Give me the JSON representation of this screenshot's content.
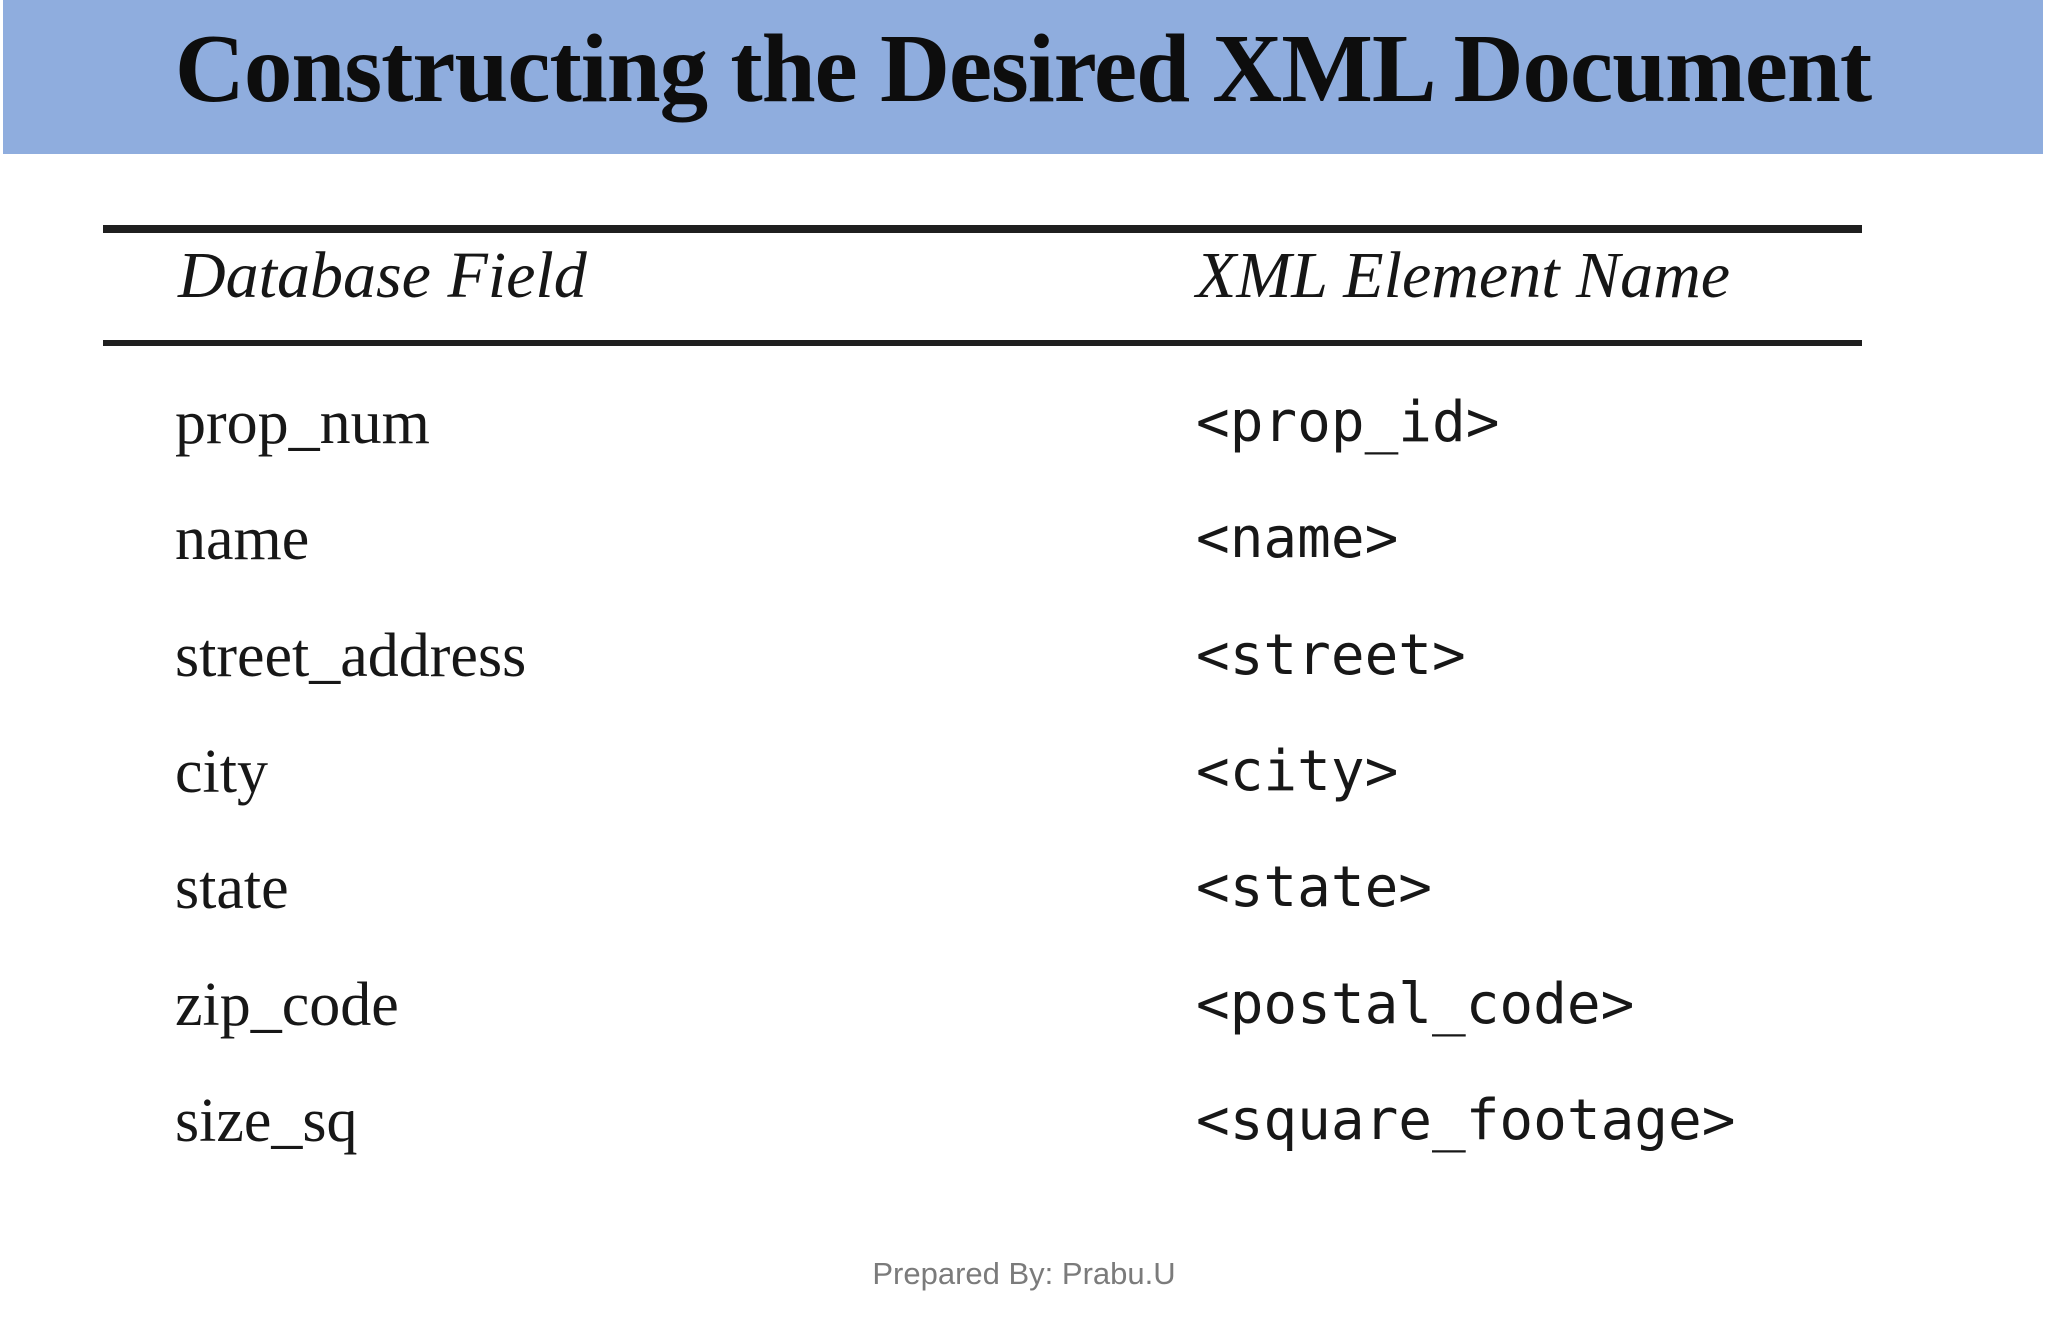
{
  "slide": {
    "title": "Constructing the Desired XML Document",
    "footer": "Prepared By: Prabu.U"
  },
  "table": {
    "headers": {
      "left": "Database Field",
      "right": "XML Element Name"
    },
    "rows": [
      {
        "field": "prop_num",
        "element": "<prop_id>"
      },
      {
        "field": "name",
        "element": "<name>"
      },
      {
        "field": "street_address",
        "element": "<street>"
      },
      {
        "field": "city",
        "element": "<city>"
      },
      {
        "field": "state",
        "element": "<state>"
      },
      {
        "field": "zip_code",
        "element": "<postal_code>"
      },
      {
        "field": "size_sq",
        "element": "<square_footage>"
      }
    ]
  },
  "colors": {
    "title_bar_background": "#8fadde",
    "title_text": "#0d0d0d",
    "body_text": "#171717",
    "table_rule": "#1f1f1f",
    "footer_text": "#7b7b7b",
    "page_background": "#ffffff"
  }
}
